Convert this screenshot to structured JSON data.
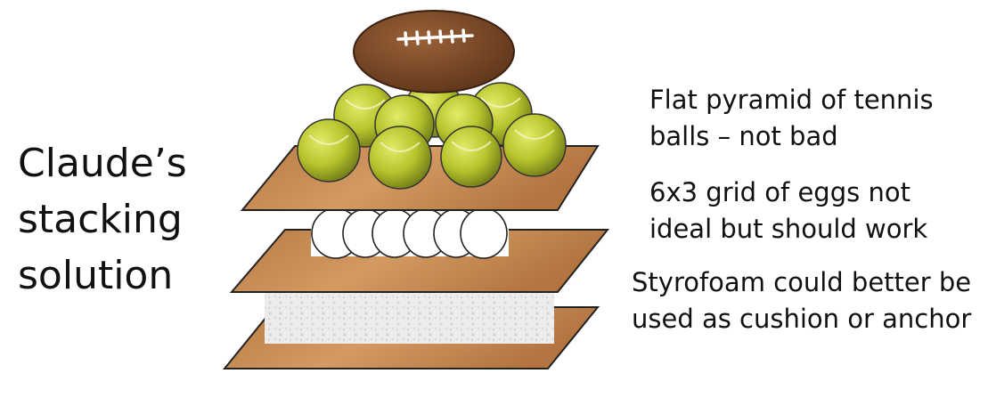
{
  "title": {
    "lines": [
      "Claude’s",
      "stacking",
      "solution"
    ]
  },
  "annotations": [
    {
      "lines": [
        "Flat pyramid of tennis",
        "balls – not bad"
      ]
    },
    {
      "lines": [
        "6x3 grid of eggs not",
        "ideal but should work"
      ]
    },
    {
      "lines": [
        "Styrofoam could better be",
        "used as cushion or anchor"
      ]
    }
  ],
  "colors": {
    "wood": "#c8894f",
    "wood_dark": "#a0683a",
    "tennis_ball": "#c4cf35",
    "tennis_ball_shade": "#7e8a1f",
    "egg": "#ffffff",
    "styrofoam": "#ebebeb",
    "football": "#7a4a28",
    "laces": "#ffffff"
  },
  "stack_layers": [
    "football-icon",
    "tennis-balls-icon",
    "wooden-board-icon",
    "eggs-icon",
    "wooden-board-icon",
    "styrofoam-block-icon",
    "wooden-board-icon"
  ]
}
